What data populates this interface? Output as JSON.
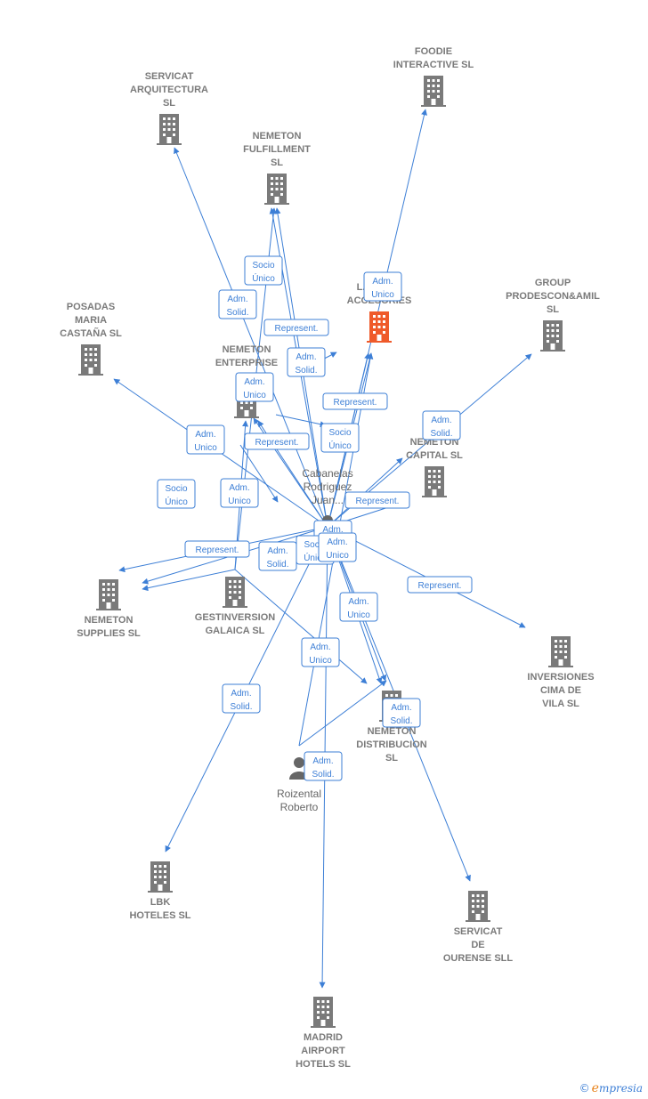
{
  "colors": {
    "edge": "#3d7fd6",
    "building": "#7a7a7a",
    "focus": "#ef5a2a",
    "person": "#666666"
  },
  "nodes": [
    {
      "id": "servicat_arq",
      "kind": "building",
      "lines": [
        "SERVICAT",
        "ARQUITECTURA",
        "SL"
      ]
    },
    {
      "id": "foodie",
      "kind": "building",
      "lines": [
        "FOODIE",
        "INTERACTIVE SL"
      ]
    },
    {
      "id": "nemeton_fulfillment",
      "kind": "building",
      "lines": [
        "NEMETON",
        "FULFILLMENT",
        "SL"
      ]
    },
    {
      "id": "lacoboi",
      "kind": "building-focus",
      "lines": [
        "LACOBOI",
        "ACCESORIES"
      ]
    },
    {
      "id": "group_prodescon",
      "kind": "building",
      "lines": [
        "GROUP",
        "PRODESCON&AMIL",
        "SL"
      ]
    },
    {
      "id": "posadas",
      "kind": "building",
      "lines": [
        "POSADAS",
        "MARIA",
        "CASTAÑA  SL"
      ]
    },
    {
      "id": "nemeton_enterprise",
      "kind": "building",
      "lines": [
        "NEMETON",
        "ENTERPRISE",
        "SL"
      ]
    },
    {
      "id": "nemeton_capital",
      "kind": "building",
      "lines": [
        "NEMETON",
        "CAPITAL  SL"
      ]
    },
    {
      "id": "cabanelas",
      "kind": "person",
      "lines": [
        "Cabanelas",
        "Rodriguez",
        "Juan..."
      ]
    },
    {
      "id": "nemeton_supplies",
      "kind": "building",
      "lines": [
        "NEMETON",
        "SUPPLIES  SL"
      ]
    },
    {
      "id": "gestinversion",
      "kind": "building",
      "lines": [
        "GESTINVERSION",
        "GALAICA  SL"
      ]
    },
    {
      "id": "inversiones_cima",
      "kind": "building",
      "lines": [
        "INVERSIONES",
        "CIMA DE",
        "VILA  SL"
      ]
    },
    {
      "id": "nemeton_distribucion",
      "kind": "building",
      "lines": [
        "NEMETON",
        "DISTRIBUCION",
        "SL"
      ]
    },
    {
      "id": "roizental",
      "kind": "person",
      "lines": [
        "Roizental",
        "Roberto"
      ]
    },
    {
      "id": "lbk",
      "kind": "building",
      "lines": [
        "LBK",
        "HOTELES  SL"
      ]
    },
    {
      "id": "servicat_ourense",
      "kind": "building",
      "lines": [
        "SERVICAT",
        "DE",
        "OURENSE SLL"
      ]
    },
    {
      "id": "madrid_airport",
      "kind": "building",
      "lines": [
        "MADRID",
        "AIRPORT",
        "HOTELS  SL"
      ]
    }
  ],
  "edge_labels": [
    {
      "id": "e1",
      "lines": [
        "Adm.",
        "Unico"
      ]
    },
    {
      "id": "e2",
      "lines": [
        "Socio",
        "Único"
      ]
    },
    {
      "id": "e3",
      "lines": [
        "Adm.",
        "Solid."
      ]
    },
    {
      "id": "e4",
      "lines": [
        "Represent."
      ]
    },
    {
      "id": "e5",
      "lines": [
        "Adm.",
        "Solid."
      ]
    },
    {
      "id": "e6",
      "lines": [
        "Adm.",
        "Unico"
      ]
    },
    {
      "id": "e7",
      "lines": [
        "Represent."
      ]
    },
    {
      "id": "e8",
      "lines": [
        "Adm.",
        "Solid."
      ]
    },
    {
      "id": "e9",
      "lines": [
        "Adm.",
        "Unico"
      ]
    },
    {
      "id": "e10",
      "lines": [
        "Represent."
      ]
    },
    {
      "id": "e11",
      "lines": [
        "Socio",
        "Único"
      ]
    },
    {
      "id": "e12",
      "lines": [
        "Socio",
        "Único"
      ]
    },
    {
      "id": "e13",
      "lines": [
        "Adm.",
        "Unico"
      ]
    },
    {
      "id": "e14",
      "lines": [
        "Represent."
      ]
    },
    {
      "id": "e15",
      "lines": [
        "Represent."
      ]
    },
    {
      "id": "e16",
      "lines": [
        "Adm.",
        "Solid."
      ]
    },
    {
      "id": "e17",
      "lines": [
        "Adm.",
        "Solid."
      ]
    },
    {
      "id": "e18",
      "lines": [
        "Socio",
        "Único"
      ]
    },
    {
      "id": "e19",
      "lines": [
        "Adm.",
        "Unico"
      ]
    },
    {
      "id": "e20",
      "lines": [
        "Adm.",
        "Unico"
      ]
    },
    {
      "id": "e21",
      "lines": [
        "Represent."
      ]
    },
    {
      "id": "e22",
      "lines": [
        "Adm.",
        "Unico"
      ]
    },
    {
      "id": "e23",
      "lines": [
        "Adm.",
        "Solid."
      ]
    },
    {
      "id": "e24",
      "lines": [
        "Adm.",
        "Solid."
      ]
    },
    {
      "id": "e25",
      "lines": [
        "Adm.",
        "Solid."
      ]
    }
  ],
  "brand": {
    "copyright": "©",
    "initial": "e",
    "rest": "mpresia"
  }
}
